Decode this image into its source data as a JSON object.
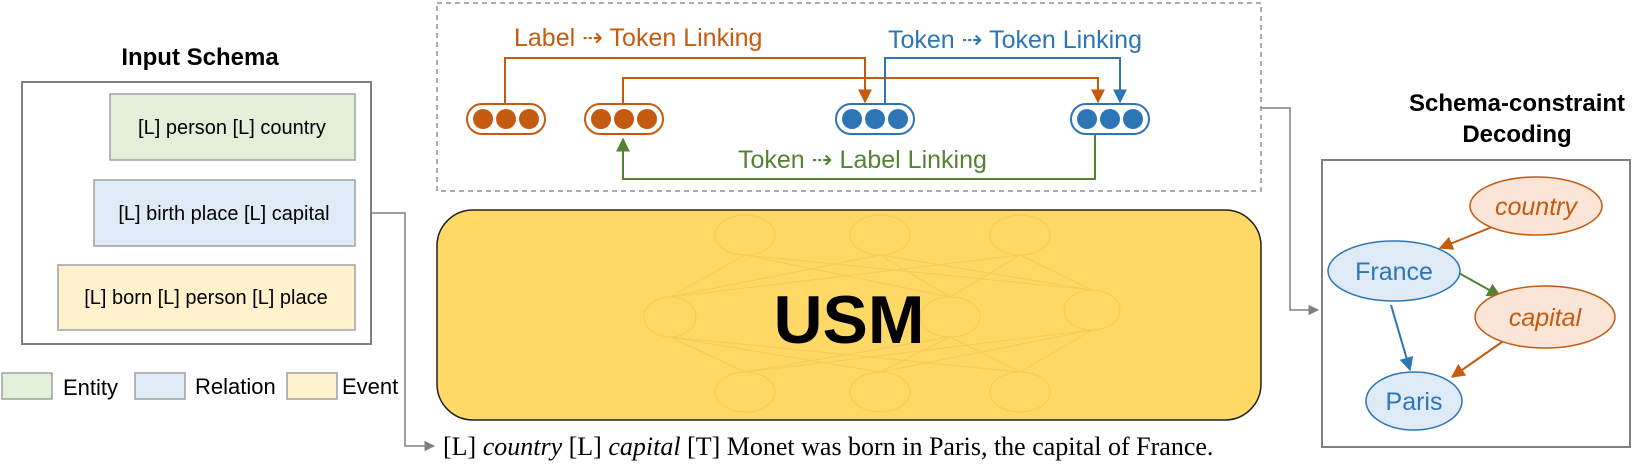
{
  "input_schema": {
    "title": "Input Schema",
    "entity_text": "[L] person [L] country",
    "relation_text": "[L] birth place [L] capital",
    "event_text": "[L] born [L] person [L] place"
  },
  "legend": {
    "entity": "Entity",
    "relation": "Relation",
    "event": "Event"
  },
  "linking": {
    "label_token": "Label ⇢ Token Linking",
    "token_token": "Token ⇢ Token Linking",
    "token_label": "Token ⇢ Label Linking"
  },
  "model": {
    "name": "USM"
  },
  "input_text": {
    "l1": "[L]",
    "country": "country",
    "l2": "[L]",
    "capital": "capital",
    "rest": "[T] Monet was born in Paris, the capital of  France."
  },
  "decoding": {
    "title_line1": "Schema-constraint",
    "title_line2": "Decoding",
    "nodes": {
      "country": "country",
      "france": "France",
      "capital": "capital",
      "paris": "Paris"
    }
  },
  "colors": {
    "orange": "#C55A11",
    "blue": "#2E75B6",
    "green": "#548235",
    "usm_fill": "#FFD966",
    "entity_fill": "#E2F0D9",
    "relation_fill": "#DEEBF7",
    "event_fill": "#FFF2CC"
  }
}
